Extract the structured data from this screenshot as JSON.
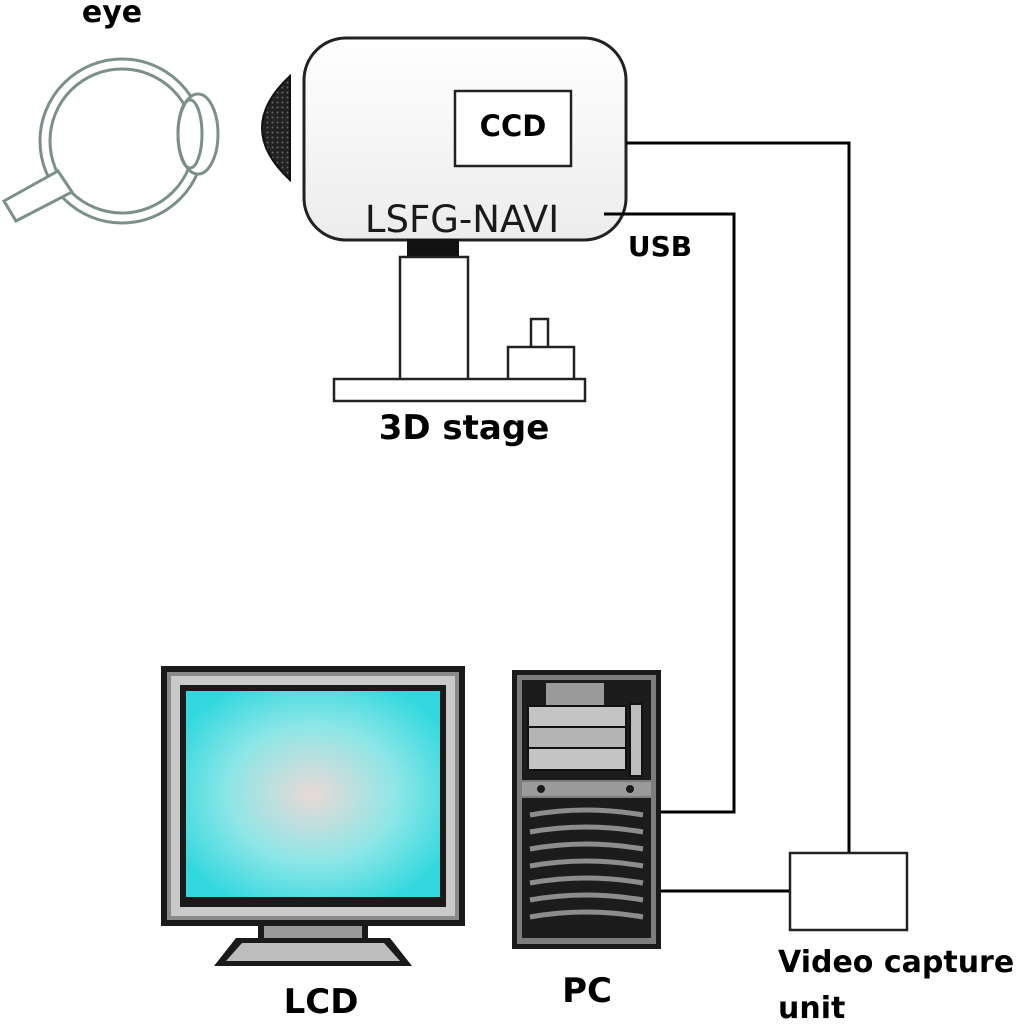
{
  "labels": {
    "eye": "eye",
    "ccd": "CCD",
    "device": "LSFG-NAVI",
    "usb": "USB",
    "stage": "3D stage",
    "lcd": "LCD",
    "pc": "PC",
    "capture_line1": "Video capture",
    "capture_line2": "unit"
  },
  "colors": {
    "lines": "#000000",
    "eye_outline": "#7a9088",
    "screen": "#3ad8de",
    "screen_center": "#e9d9d6"
  }
}
